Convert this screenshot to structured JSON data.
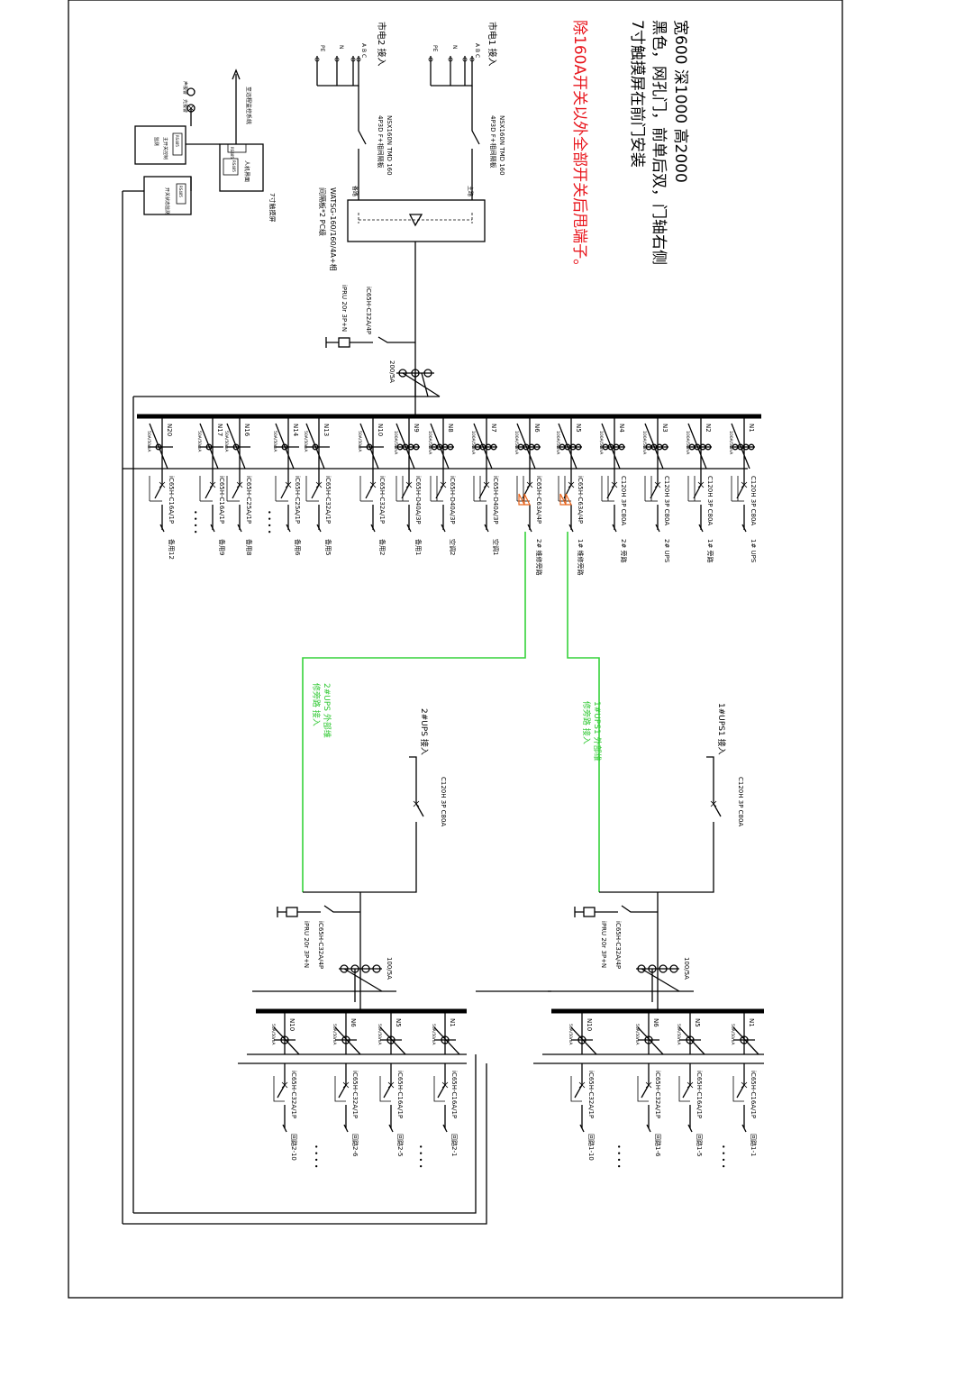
{
  "notes": {
    "line1": "宽600  深1000  高2000",
    "line2": "黑色，网孔门，前单后双，门轴右侧",
    "line3": "7寸触摸屏在前门安装",
    "red_note": "除160A开关以外全部开关后甩端子。",
    "red_color": "#e8141b"
  },
  "inputs": {
    "mains1": {
      "label": "市电1 接入",
      "abc": "A B C",
      "n": "N",
      "pe": "PE",
      "breaker": "NSX160N  TMD 160",
      "breaker2": "4P3D F+相间隔板",
      "tag": "主路"
    },
    "mains2": {
      "label": "市电2 接入",
      "abc": "A B C",
      "n": "N",
      "pe": "PE",
      "breaker": "NSX160N  TMD 160",
      "breaker2": "4P3D F+相间隔板",
      "tag": "备路"
    },
    "ats": {
      "label1": "WATSG-160/160/4A+相",
      "label2": "间隔板*2 PC级"
    },
    "spd": {
      "breaker": "iC65H-C32A/4P",
      "model": "iPRU 20r  3P+N"
    },
    "ct": "200/5A"
  },
  "monitor": {
    "touch": "7寸触摸屏",
    "hmi": "人机界面",
    "rs485_a": "RS485",
    "rs485_b": "RS485",
    "remote": "至远程监控系统",
    "main_ctrl": "主开关控制",
    "main_ctrl2": "监测",
    "switch_mon": "开关状态监测",
    "rs485_c": "RS485",
    "rs485_d": "RS485",
    "sound": "声报警",
    "light": "光报警"
  },
  "feeders": [
    {
      "id": "N1",
      "ct": "100A/50mA",
      "breaker": "C120H  3P  C80A",
      "load": "1# UPS"
    },
    {
      "id": "N2",
      "ct": "100A/50mA",
      "breaker": "C120H  3P  C80A",
      "load": "1# 旁路"
    },
    {
      "id": "N3",
      "ct": "100A/50mA",
      "breaker": "C120H  3P  C80A",
      "load": "2# UPS"
    },
    {
      "id": "N4",
      "ct": "100A/50mA",
      "breaker": "C120H  3P  C80A",
      "load": "2# 旁路"
    },
    {
      "id": "N5",
      "ct": "100A/50mA",
      "breaker": "iC65H-C63A/4P",
      "load": "1# 维修旁路"
    },
    {
      "id": "N6",
      "ct": "100A/50mA",
      "breaker": "iC65H-C63A/4P",
      "load": "2# 维修旁路"
    },
    {
      "id": "N7",
      "ct": "100A/50mA",
      "breaker": "iC65H-D40A/3P",
      "load": "空调1"
    },
    {
      "id": "N8",
      "ct": "100A/50mA",
      "breaker": "iC65H-D40A/3P",
      "load": "空调2"
    },
    {
      "id": "N9",
      "ct": "100A/50mA",
      "breaker": "iC65H-D40A/3P",
      "load": "备用1"
    },
    {
      "id": "N10",
      "ct": "50A/50mA",
      "breaker": "iC65H-C32A/1P",
      "load": "备用2"
    },
    {
      "id": "N13",
      "ct": "50A/50mA",
      "breaker": "iC65H-C32A/1P",
      "load": "备用5"
    },
    {
      "id": "N14",
      "ct": "50A/50mA",
      "breaker": "iC65H-C25A/1P",
      "load": "备用6"
    },
    {
      "id": "N16",
      "ct": "50A/50mA",
      "breaker": "iC65H-C25A/1P",
      "load": "备用8"
    },
    {
      "id": "N17",
      "ct": "50A/50mA",
      "breaker": "iC65H-C16A/1P",
      "load": "备用9"
    },
    {
      "id": "N20",
      "ct": "50A/50mA",
      "breaker": "iC65H-C16A/1P",
      "load": "备用12"
    }
  ],
  "ups_blocks": {
    "ups1": {
      "input": "1#UPS1  接入",
      "breaker": "C120H  3P  C80A",
      "bypass": "1#UPS1 外部维\n修旁路 接入",
      "spd_breaker": "iC65H-C32A/4P",
      "spd": "iPRU 20r  3P+N",
      "ct": "100/5A",
      "circuits": [
        {
          "id": "N1",
          "ct": "50A/50mA",
          "breaker": "iC65H-C16A/1P",
          "load": "回路1-1"
        },
        {
          "id": "N5",
          "ct": "50A/50mA",
          "breaker": "iC65H-C16A/1P",
          "load": "回路1-5"
        },
        {
          "id": "N6",
          "ct": "50A/50mA",
          "breaker": "iC65H-C32A/1P",
          "load": "回路1-6"
        },
        {
          "id": "N10",
          "ct": "50A/50mA",
          "breaker": "iC65H-C32A/1P",
          "load": "回路1-10"
        }
      ]
    },
    "ups2": {
      "input": "2#UPS  接入",
      "breaker": "C120H  3P  C80A",
      "bypass": "2#UPS 外部维\n修旁路 接入",
      "spd_breaker": "iC65H-C32A/4P",
      "spd": "iPRU 20r  3P+N",
      "ct": "100/5A",
      "circuits": [
        {
          "id": "N1",
          "ct": "50A/50mA",
          "breaker": "iC65H-C16A/1P",
          "load": "回路2-1"
        },
        {
          "id": "N5",
          "ct": "50A/50mA",
          "breaker": "iC65H-C16A/1P",
          "load": "回路2-5"
        },
        {
          "id": "N6",
          "ct": "50A/50mA",
          "breaker": "iC65H-C32A/1P",
          "load": "回路2-6"
        },
        {
          "id": "N10",
          "ct": "50A/50mA",
          "breaker": "iC65H-C32A/1P",
          "load": "回路2-10"
        }
      ]
    }
  },
  "green_color": "#35d23a",
  "ellipsis": "• • • •"
}
